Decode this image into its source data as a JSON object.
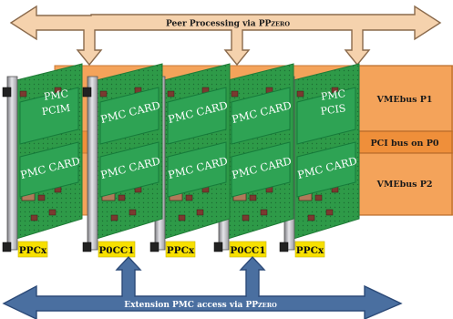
{
  "top_arrow": {
    "label": "Peer Processing via PP",
    "suffix": "ZERO"
  },
  "bottom_arrow": {
    "label": "Extension PMC access via PP",
    "suffix": "ZERO"
  },
  "bus_labels": [
    "VMEbus P1",
    "PCI bus on P0",
    "VMEbus P2"
  ],
  "cards": [
    {
      "upper": [
        "PMC",
        "PCIM"
      ],
      "lower": "PMC CARD",
      "tag": "PPCx"
    },
    {
      "upper": "PMC CARD",
      "lower": "PMC CARD",
      "tag": "P0CC1"
    },
    {
      "upper": "PMC CARD",
      "lower": "PMC CARD",
      "tag": "PPCx"
    },
    {
      "upper": "PMC CARD",
      "lower": "PMC CARD",
      "tag": "P0CC1"
    },
    {
      "upper": [
        "PMC",
        "PCIS"
      ],
      "lower": "PMC CARD",
      "tag": "PPCx"
    }
  ],
  "colors": {
    "arrow_top_fill": "#f5d2ad",
    "arrow_top_stroke": "#8a6a4c",
    "arrow_bottom_fill": "#4a6fa0",
    "arrow_bottom_stroke": "#2c4a78",
    "backplane": "#f4a35a",
    "pcb_green": "#2e9a48",
    "pcb_dark": "#1f7a36",
    "pmc_card": "#2ea354",
    "tag_bg": "#f7e000",
    "panel": "#c8c8cc"
  }
}
